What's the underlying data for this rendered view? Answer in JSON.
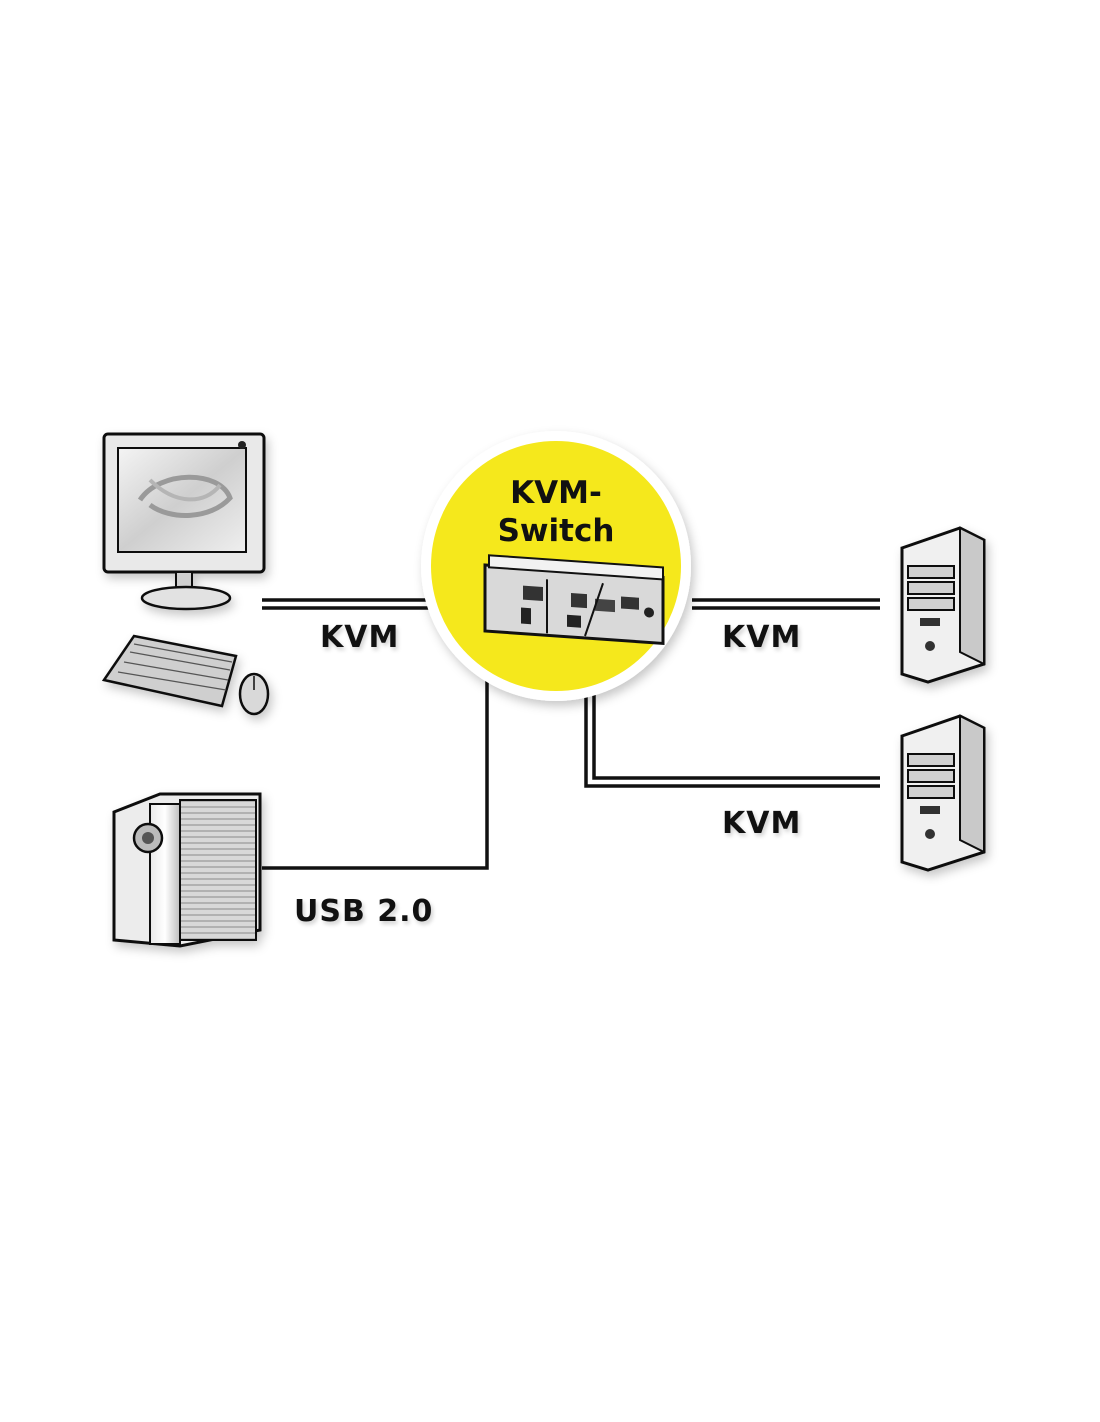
{
  "hub": {
    "title_line1": "KVM-",
    "title_line2": "Switch",
    "color": "#F5E81A"
  },
  "labels": {
    "console_link": "KVM",
    "pc1_link": "KVM",
    "pc2_link": "KVM",
    "storage_link": "USB 2.0"
  },
  "colors": {
    "background": "#ffffff",
    "line": "#111111",
    "text": "#111111"
  }
}
